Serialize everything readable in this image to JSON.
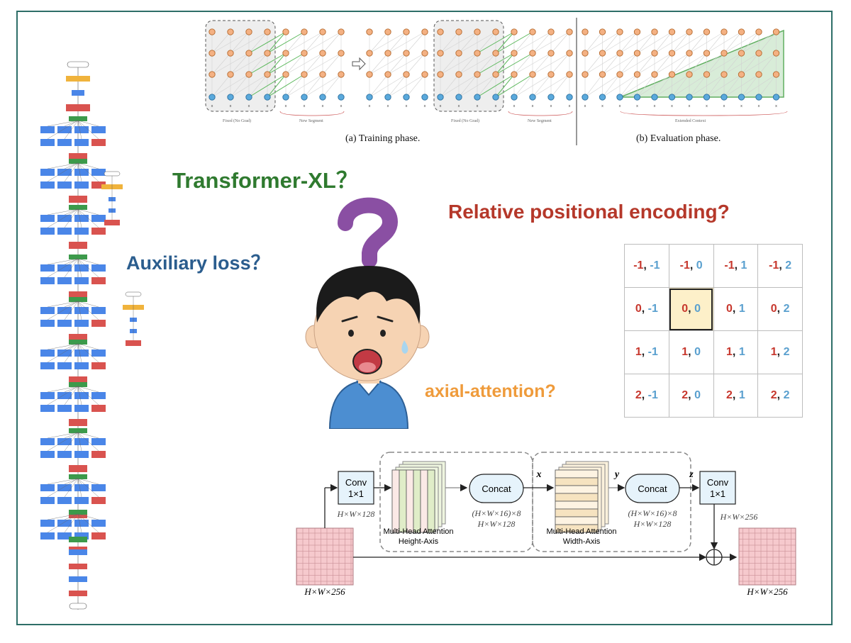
{
  "questions": {
    "transformer_xl": "Transformer-XL？",
    "relative_pe": "Relative positional encoding?",
    "auxiliary_loss": "Auxiliary loss？",
    "axial_attention": "axial-attention?"
  },
  "transformer_xl_figure": {
    "training_caption": "(a) Training phase.",
    "evaluation_caption": "(b) Evaluation phase.",
    "fixed_no_grad": "Fixed (No Grad)",
    "new_segment": "New Segment",
    "extended_context": "Extended Context"
  },
  "relative_grid": {
    "rows": [
      [
        {
          "r": "-1",
          "c": "-1"
        },
        {
          "r": "-1",
          "c": "0"
        },
        {
          "r": "-1",
          "c": "1"
        },
        {
          "r": "-1",
          "c": "2"
        }
      ],
      [
        {
          "r": "0",
          "c": "-1"
        },
        {
          "r": "0",
          "c": "0"
        },
        {
          "r": "0",
          "c": "1"
        },
        {
          "r": "0",
          "c": "2"
        }
      ],
      [
        {
          "r": "1",
          "c": "-1"
        },
        {
          "r": "1",
          "c": "0"
        },
        {
          "r": "1",
          "c": "1"
        },
        {
          "r": "1",
          "c": "2"
        }
      ],
      [
        {
          "r": "2",
          "c": "-1"
        },
        {
          "r": "2",
          "c": "0"
        },
        {
          "r": "2",
          "c": "1"
        },
        {
          "r": "2",
          "c": "2"
        }
      ]
    ],
    "highlight": {
      "row": 1,
      "col": 1
    }
  },
  "axial_figure": {
    "conv1_label_line1": "Conv",
    "conv1_label_line2": "1×1",
    "conv2_label_line1": "Conv",
    "conv2_label_line2": "1×1",
    "dim_128_left": "H×W×128",
    "concat1": "Concat",
    "concat2": "Concat",
    "heads1_line1": "(H×W×16)×8",
    "heads1_line2": "H×W×128",
    "heads2_line1": "(H×W×16)×8",
    "heads2_line2": "H×W×128",
    "mha_height_line1": "Multi-Head Attention",
    "mha_height_line2": "Height-Axis",
    "mha_width_line1": "Multi-Head Attention",
    "mha_width_line2": "Width-Axis",
    "x_label": "x",
    "y_label": "y",
    "z_label": "z",
    "out_dim": "H×W×256",
    "input_dim": "H×W×256",
    "output_dim": "H×W×256"
  },
  "colors": {
    "frame": "#2e6e68",
    "green_title": "#2f7a2f",
    "red_title": "#b5382a",
    "blue_title": "#2b5d8e",
    "orange_title": "#ef9b3b",
    "row_index": "#c7372d",
    "col_index": "#5aa0cf"
  }
}
